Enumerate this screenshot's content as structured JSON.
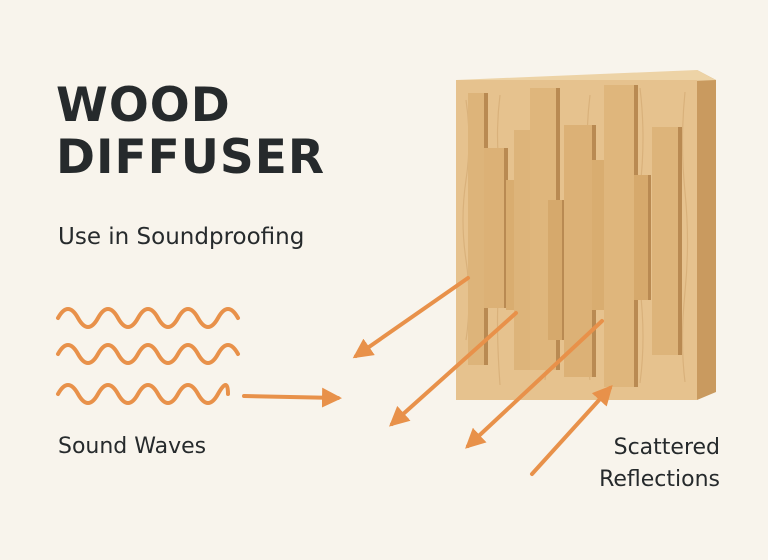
{
  "header": {
    "title_line1": "WOOD",
    "title_line2": "DIFFUSER",
    "subtitle": "Use in Soundproofing"
  },
  "labels": {
    "sound_waves": "Sound Waves",
    "scattered_line1": "Scattered",
    "scattered_line2": "Reflections"
  },
  "colors": {
    "background": "#f8f4ec",
    "text": "#262a2c",
    "accent": "#e8914a",
    "wood_face": "#e6c28e",
    "wood_side": "#c99a5f",
    "wood_top": "#edd3a6",
    "wood_bar": "#d9ae72"
  },
  "icons": {
    "waves": "sound-wave-icon",
    "panel": "wood-diffuser-panel-icon",
    "arrows": "reflection-arrow-icon"
  }
}
